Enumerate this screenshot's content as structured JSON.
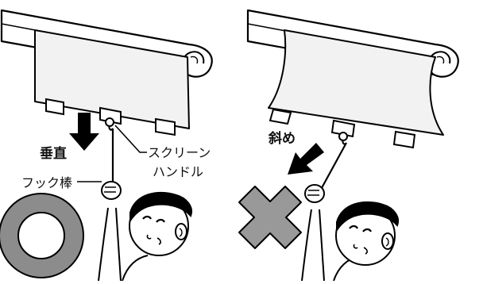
{
  "left_panel": {
    "direction_label": "垂直",
    "hook_label": "フック棒",
    "handle_label_line1": "スクリーン",
    "handle_label_line2": "ハンドル",
    "verdict": "correct"
  },
  "right_panel": {
    "direction_label": "斜め",
    "verdict": "incorrect"
  },
  "colors": {
    "line": "#000000",
    "screen": "#f2f2f2",
    "arrow": "#000000",
    "ok_ring": "#8c8c8c",
    "ng_cross": "#999999",
    "background": "#ffffff"
  },
  "icons": {
    "correct": "circle-ok-icon",
    "incorrect": "cross-ng-icon"
  }
}
